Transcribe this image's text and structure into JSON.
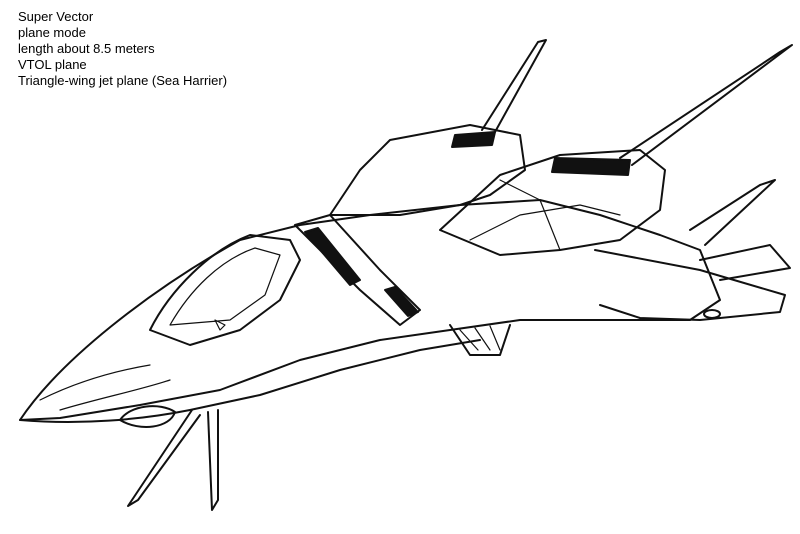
{
  "caption": {
    "lines": [
      "Super Vector",
      "plane mode",
      "length about 8.5 meters",
      "VTOL plane",
      "Triangle-wing jet plane (Sea Harrier)"
    ]
  },
  "illustration": {
    "subject": "Super Vector plane mode",
    "ink_color": "#111111",
    "background_color": "#ffffff"
  }
}
